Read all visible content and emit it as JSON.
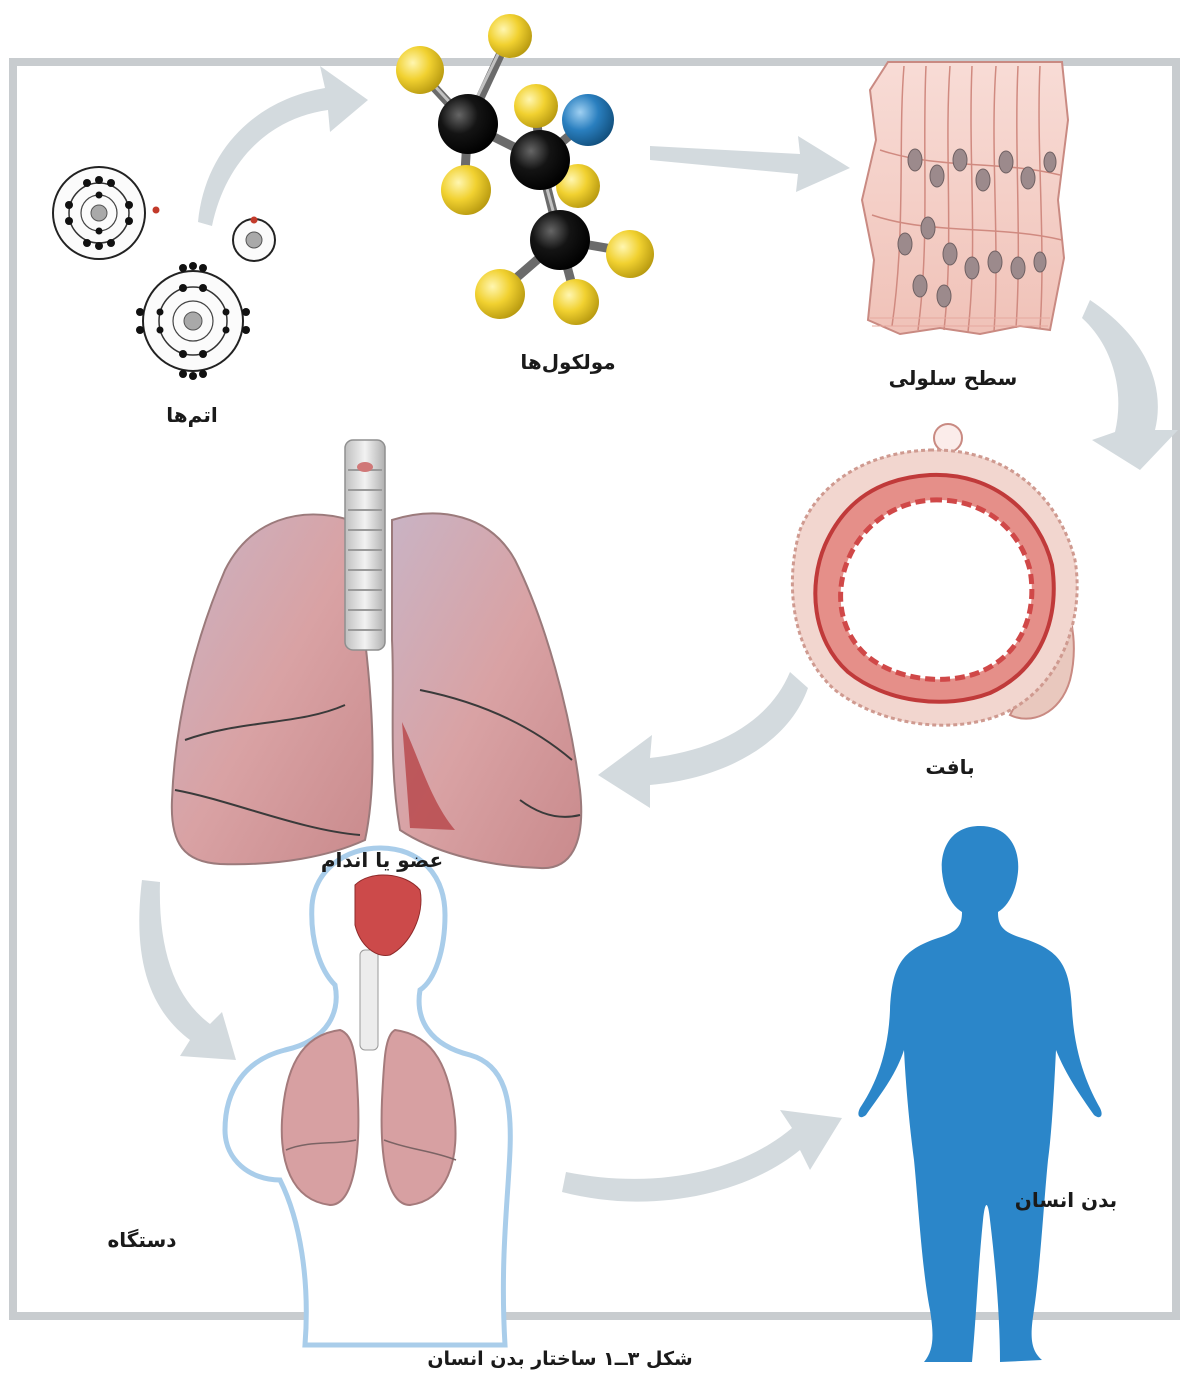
{
  "labels": {
    "atoms": "اتم‌ها",
    "molecules": "مولکول‌ها",
    "cell_surface": "سطح سلولی",
    "tissue": "بافت",
    "organ": "عضو یا اندام",
    "system": "دستگاه",
    "human_body": "بدن انسان"
  },
  "caption": "شکل ۳ــ۱ ساختار بدن انسان",
  "colors": {
    "frame": "#c8cccf",
    "arrow": "#d3dade",
    "body_blue": "#2b86c9",
    "lung_pink": "#d9a2a4",
    "tissue_red": "#d5595a",
    "atom_yellow": "#f1d130",
    "atom_black": "#111111",
    "atom_blue": "#2a7fbf"
  }
}
